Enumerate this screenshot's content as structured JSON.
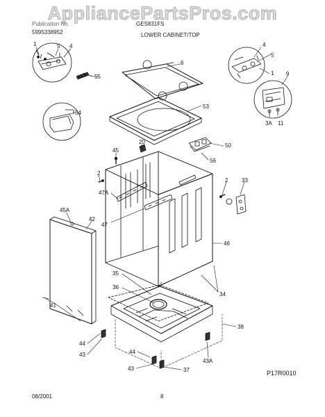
{
  "watermark": "AppliancePartsPros.com",
  "header": {
    "publication_label": "Publication No.",
    "model": "GES831FS",
    "publication_number": "5995338952",
    "section_title": "LOWER CABINET/TOP"
  },
  "callouts": {
    "c1": "1",
    "c4": "4",
    "c5": "5",
    "c55": "55",
    "c6": "6",
    "c4r": "4",
    "c5r": "5",
    "c1r": "1",
    "c9": "9",
    "c3a": "3A",
    "c11": "11",
    "c53": "53",
    "c54": "54",
    "c20": "20",
    "c45": "45",
    "c50": "50",
    "c56": "56",
    "c2a": "2",
    "c2b": "2",
    "c33": "33",
    "c47a": "47A",
    "c47": "47",
    "c45a": "45A",
    "c42": "42",
    "c46": "46",
    "c35": "35",
    "c36": "36",
    "c34": "34",
    "c41": "41",
    "c38": "38",
    "c44a": "44",
    "c43a": "43",
    "c44b": "44",
    "c43b": "43",
    "c37": "37",
    "c43A": "43A"
  },
  "footer": {
    "date": "08/2001",
    "page": "8",
    "drawing_code": "P17R0010"
  }
}
